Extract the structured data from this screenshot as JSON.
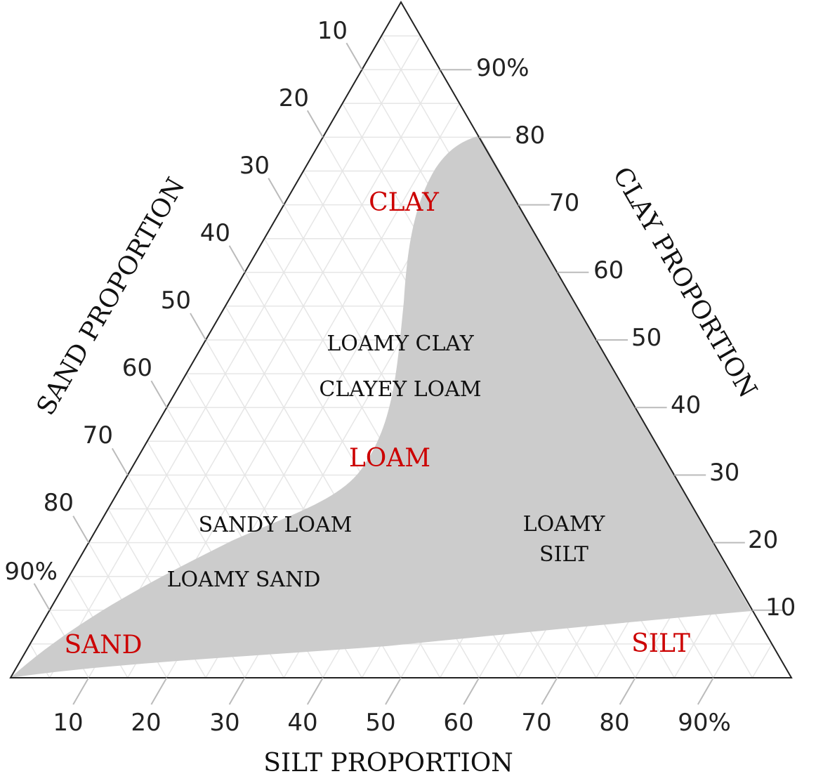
{
  "axes": {
    "sand": {
      "title": "SAND PROPORTION",
      "ticks": [
        "10",
        "20",
        "30",
        "40",
        "50",
        "60",
        "70",
        "80",
        "90%"
      ]
    },
    "clay": {
      "title": "CLAY PROPORTION",
      "ticks": [
        "10",
        "20",
        "30",
        "40",
        "50",
        "60",
        "70",
        "80",
        "90%"
      ]
    },
    "silt": {
      "title": "SILT PROPORTION",
      "ticks": [
        "10",
        "20",
        "30",
        "40",
        "50",
        "60",
        "70",
        "80",
        "90%"
      ]
    }
  },
  "labels": {
    "clay": "CLAY",
    "loamy_clay": "LOAMY CLAY",
    "clayey_loam": "CLAYEY LOAM",
    "loam": "LOAM",
    "sandy_loam": "SANDY LOAM",
    "loamy_silt_1": "LOAMY",
    "loamy_silt_2": "SILT",
    "loamy_sand": "LOAMY SAND",
    "sand": "SAND",
    "silt": "SILT"
  },
  "colors": {
    "loam_region": "#cccccc",
    "primary_label": "#cc0000",
    "grid": "#e6e6e6",
    "outline": "#222222"
  }
}
